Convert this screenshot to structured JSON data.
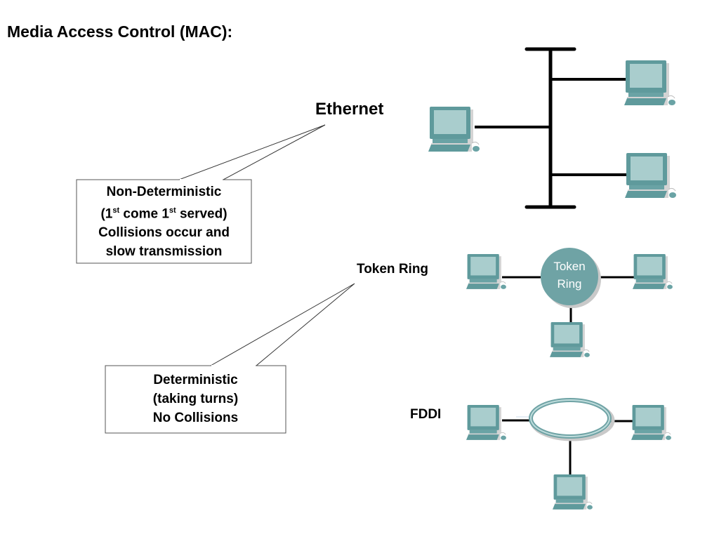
{
  "title": "Media Access Control (MAC):",
  "networks": {
    "ethernet": {
      "label": "Ethernet"
    },
    "token_ring": {
      "label": "Token Ring",
      "ring_line1": "Token",
      "ring_line2": "Ring"
    },
    "fddi": {
      "label": "FDDI"
    }
  },
  "callouts": {
    "non_deterministic": {
      "line1": "Non-Deterministic",
      "line2a": "(1",
      "line2sup1": "st",
      "line2b": " come 1",
      "line2sup2": "st",
      "line2c": " served)",
      "line3": "Collisions occur and",
      "line4": "slow transmission"
    },
    "deterministic": {
      "line1": "Deterministic",
      "line2": "(taking turns)",
      "line3": "No Collisions"
    }
  },
  "colors": {
    "computer_body": "#5f9a9c",
    "computer_screen": "#a9cdcd",
    "computer_shadow": "#cfcfcf",
    "token_ring_fill": "#6fa3a5",
    "fddi_ring": "#7fb3b3"
  }
}
